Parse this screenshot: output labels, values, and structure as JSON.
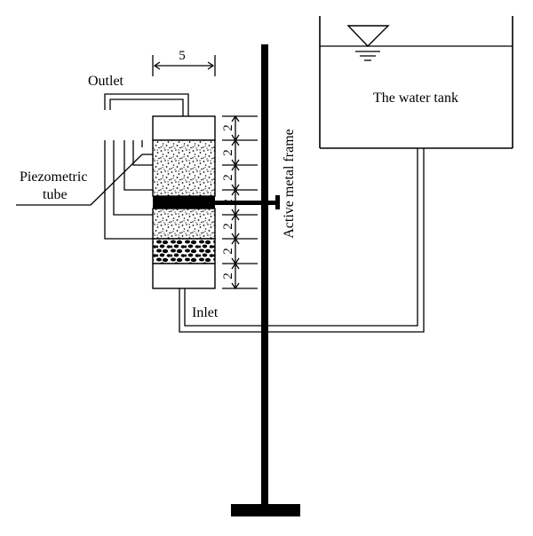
{
  "labels": {
    "outlet": "Outlet",
    "piezometric_line1": "Piezometric",
    "piezometric_line2": "tube",
    "inlet": "Inlet",
    "water_tank": "The water tank",
    "frame": "Active metal frame",
    "width_dim": "5",
    "segment_dims": [
      "2",
      "2",
      "2",
      "2",
      "2",
      "2",
      "2"
    ]
  }
}
